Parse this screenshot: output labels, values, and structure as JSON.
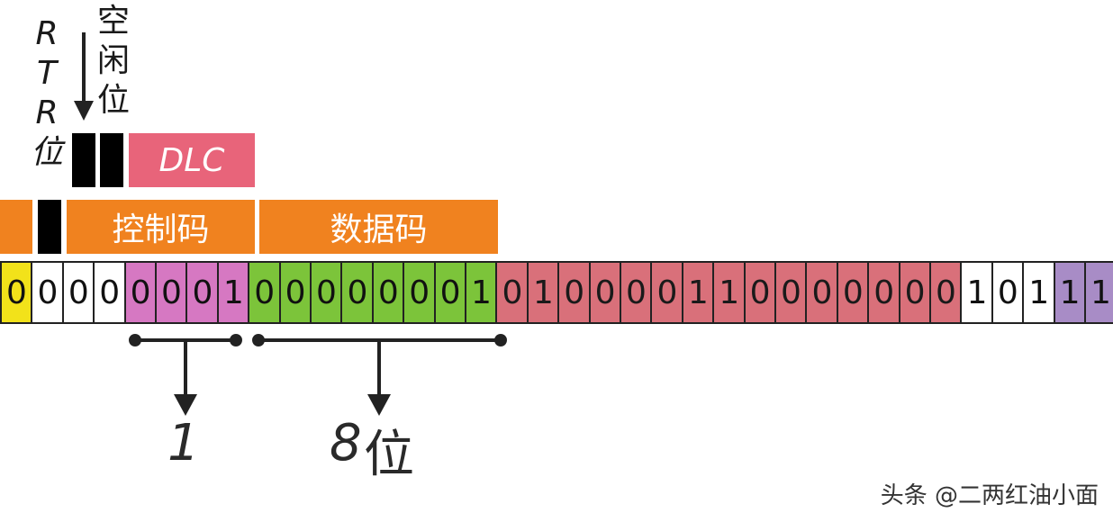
{
  "labels": {
    "rtr": "R\nT\nR\n位",
    "idle": "空\n闲\n位",
    "dlc": "DLC",
    "control_code": "控制码",
    "data_code": "数据码",
    "annot_1": "1",
    "annot_8_num": "8",
    "annot_8_unit": "位",
    "watermark": "头条 @二两红油小面"
  },
  "colors": {
    "yellow": "#f2e21a",
    "white": "#ffffff",
    "pink": "#d678c2",
    "green": "#7cc43a",
    "red": "#d9707a",
    "purple": "#a88cc6",
    "orange": "#f0821f",
    "dlc": "#e8647a"
  },
  "bits": [
    {
      "v": "0",
      "c": "yellow"
    },
    {
      "v": "0",
      "c": "white"
    },
    {
      "v": "0",
      "c": "white"
    },
    {
      "v": "0",
      "c": "white"
    },
    {
      "v": "0",
      "c": "pink"
    },
    {
      "v": "0",
      "c": "pink"
    },
    {
      "v": "0",
      "c": "pink"
    },
    {
      "v": "1",
      "c": "pink"
    },
    {
      "v": "0",
      "c": "green"
    },
    {
      "v": "0",
      "c": "green"
    },
    {
      "v": "0",
      "c": "green"
    },
    {
      "v": "0",
      "c": "green"
    },
    {
      "v": "0",
      "c": "green"
    },
    {
      "v": "0",
      "c": "green"
    },
    {
      "v": "0",
      "c": "green"
    },
    {
      "v": "1",
      "c": "green"
    },
    {
      "v": "0",
      "c": "red"
    },
    {
      "v": "1",
      "c": "red"
    },
    {
      "v": "0",
      "c": "red"
    },
    {
      "v": "0",
      "c": "red"
    },
    {
      "v": "0",
      "c": "red"
    },
    {
      "v": "0",
      "c": "red"
    },
    {
      "v": "1",
      "c": "red"
    },
    {
      "v": "1",
      "c": "red"
    },
    {
      "v": "0",
      "c": "red"
    },
    {
      "v": "0",
      "c": "red"
    },
    {
      "v": "0",
      "c": "red"
    },
    {
      "v": "0",
      "c": "red"
    },
    {
      "v": "0",
      "c": "red"
    },
    {
      "v": "0",
      "c": "red"
    },
    {
      "v": "0",
      "c": "red"
    },
    {
      "v": "1",
      "c": "white"
    },
    {
      "v": "0",
      "c": "white"
    },
    {
      "v": "1",
      "c": "white"
    },
    {
      "v": "1",
      "c": "purple"
    },
    {
      "v": "1",
      "c": "purple"
    }
  ]
}
